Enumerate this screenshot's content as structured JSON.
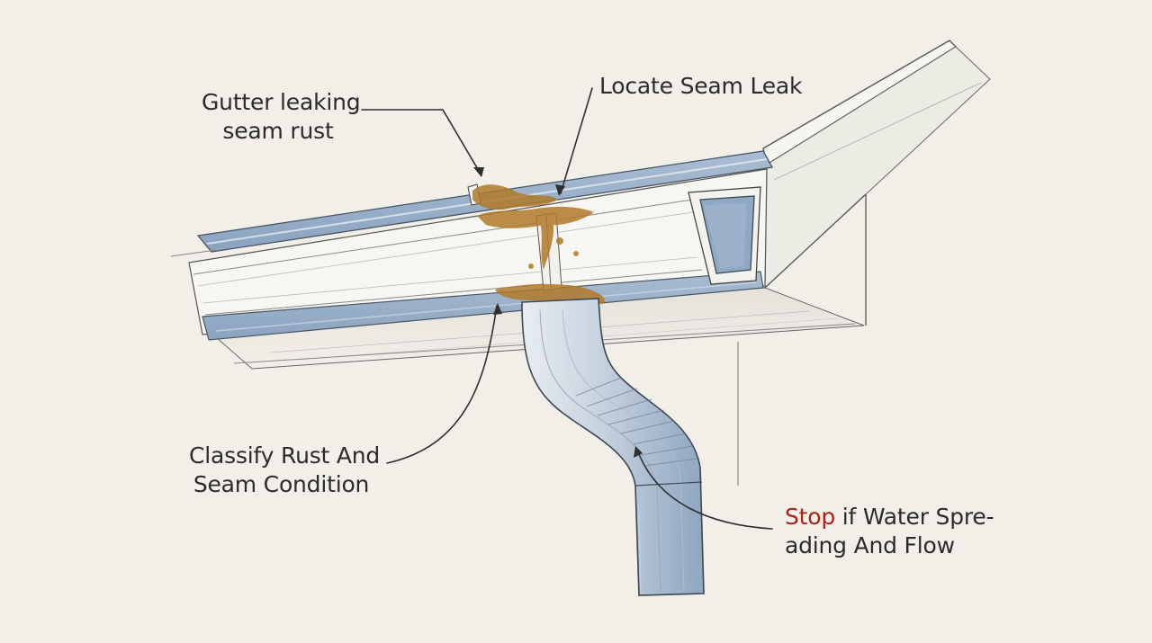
{
  "callouts": {
    "gutter_leaking": {
      "line1": "Gutter leaking",
      "line2": "seam rust"
    },
    "locate_seam": {
      "line1": "Locate Seam Leak"
    },
    "classify_rust": {
      "line1": "Classify Rust And",
      "line2": "Seam Condition"
    },
    "stop_water": {
      "stop_word": "Stop",
      "line1_rest": " if Water Spre-",
      "line2": "ading And Flow"
    }
  },
  "colors": {
    "background": "#f1efe8",
    "gutter_blue": "#8fa8c4",
    "rust": "#b07a2a",
    "stop_red": "#a8231c",
    "ink": "#2b2b2b"
  }
}
